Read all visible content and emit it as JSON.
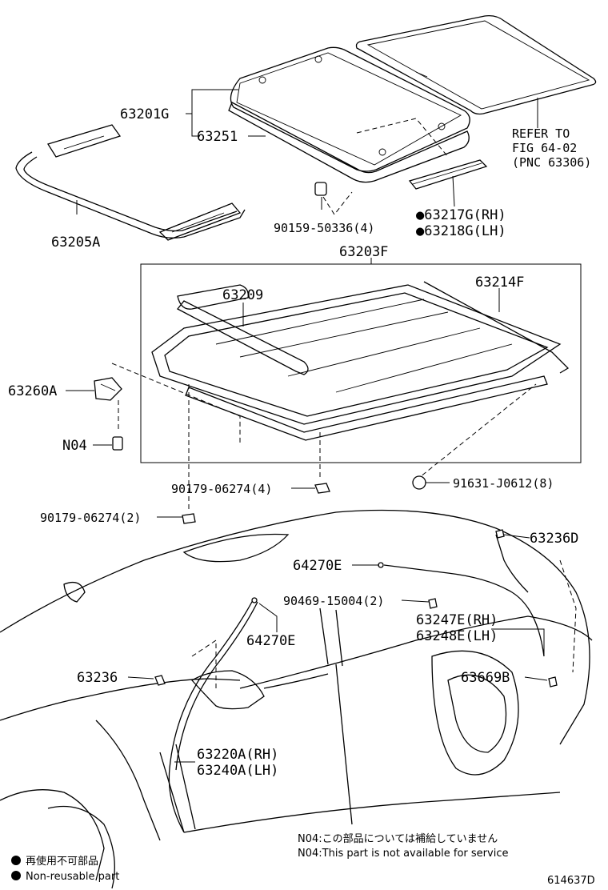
{
  "labels": {
    "l63201G": "63201G",
    "l63251": "63251",
    "l63205A": "63205A",
    "refer1": "REFER TO",
    "refer2": "FIG 64-02",
    "refer3": "(PNC 63306)",
    "l90159": "90159-50336(4)",
    "l63217G": "●63217G(RH)",
    "l63218G": "●63218G(LH)",
    "l63203F": "63203F",
    "l63209": "63209",
    "l63214F": "63214F",
    "l63260A": "63260A",
    "lN04": "N04",
    "l90179a": "90179-06274(4)",
    "l91631": "91631-J0612(8)",
    "l90179b": "90179-06274(2)",
    "l63236D": "63236D",
    "l64270E_a": "64270E",
    "l90469": "90469-15004(2)",
    "l64270E_b": "64270E",
    "l63247E": "63247E(RH)",
    "l63248E": "63248E(LH)",
    "l63236": "63236",
    "l63669B": "63669B",
    "l63220A": "63220A(RH)",
    "l63240A": "63240A(LH)"
  },
  "notes": {
    "n04_jp": "N04:この部品については補給していません",
    "n04_en": "N04:This part is not available for service"
  },
  "legend": {
    "jp": "再使用不可部品",
    "en": "Non-reusable part"
  },
  "figure_code": "614637D"
}
